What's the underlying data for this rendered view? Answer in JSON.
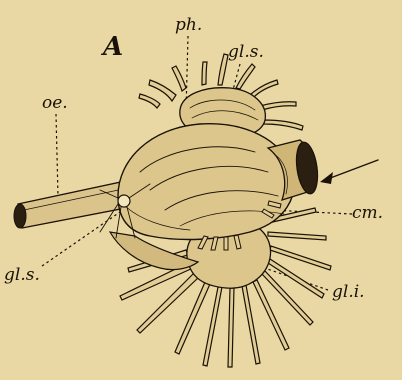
{
  "figure": {
    "panel_letter": "A",
    "labels": {
      "ph": "ph.",
      "gls_top": "gl.s.",
      "oe": "oe.",
      "cm": "cm.",
      "gls_bottom": "gl.s.",
      "gli": "gl.i."
    }
  },
  "colors": {
    "background": "#e9d8a3",
    "ink": "#1a1208",
    "tissue": "#d9c48c",
    "shade": "#b8a064"
  }
}
